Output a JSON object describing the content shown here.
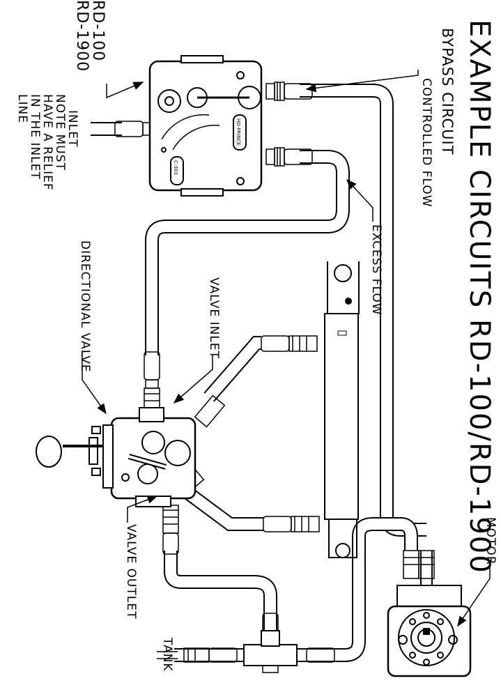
{
  "title": "EXAMPLE CIRCUITS RD-100/RD-1900",
  "subtitle": "BYPASS CIRCUIT",
  "labels": {
    "controlled_flow": "CONTROLLED FLOW",
    "excess_flow": "EXCESS FLOW",
    "motor": "MOTOR",
    "valve_inlet": "VALVE INLET",
    "directional_valve": "DIRECTIONAL VALVE",
    "valve_outlet": "VALVE OUTLET",
    "tank": "TANK",
    "inlet": "INLET",
    "relief_note": "NOTE MUST\nHAVE A RELIEF\nIN THE INLET\nLINE",
    "model": "RD-100\nRD-1900"
  },
  "valve_nameplate": {
    "brand": "HD-PRINCE",
    "part": "C-303"
  }
}
